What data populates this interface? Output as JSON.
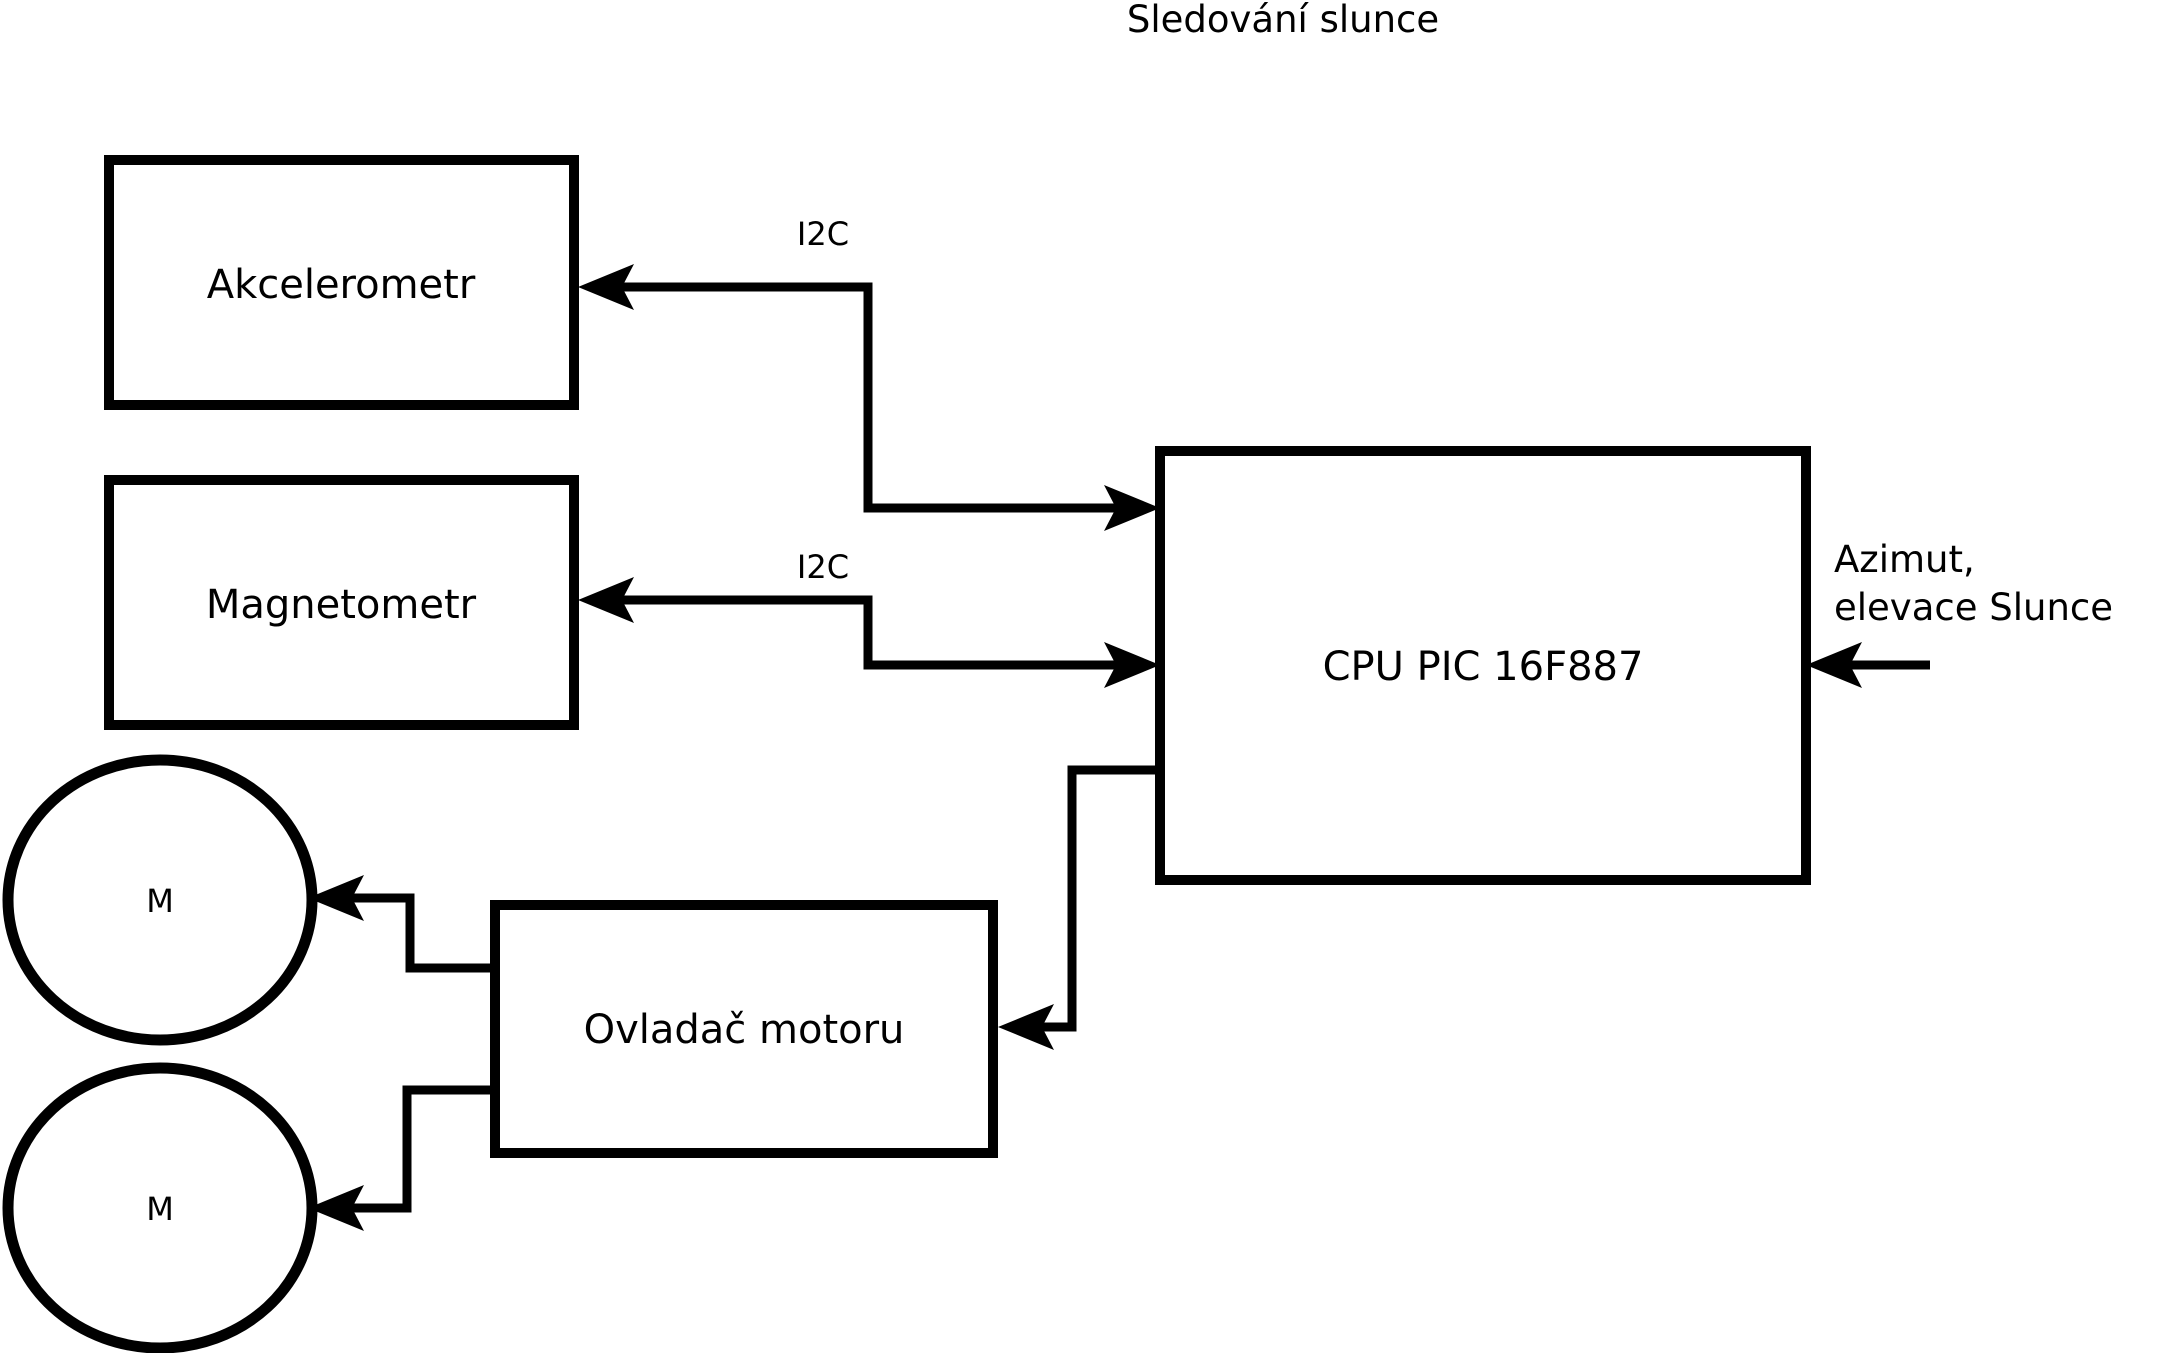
{
  "title": "Sledování slunce",
  "nodes": {
    "accelerometer": {
      "label": "Akcelerometr",
      "shape": "rect"
    },
    "magnetometer": {
      "label": "Magnetometr",
      "shape": "rect"
    },
    "cpu": {
      "label": "CPU PIC 16F887",
      "shape": "rect"
    },
    "motor_driver": {
      "label": "Ovladač motoru",
      "shape": "rect"
    },
    "motor_1": {
      "label": "M",
      "shape": "circle"
    },
    "motor_2": {
      "label": "M",
      "shape": "circle"
    }
  },
  "edge_labels": {
    "i2c_accelerometer": "I2C",
    "i2c_magnetometer": "I2C"
  },
  "side_labels": {
    "sun_input_line_1": "Azimut,",
    "sun_input_line_2": "elevace Slunce"
  },
  "colors": {
    "stroke": "#000000",
    "fill": "#ffffff",
    "background": "#ffffff"
  }
}
